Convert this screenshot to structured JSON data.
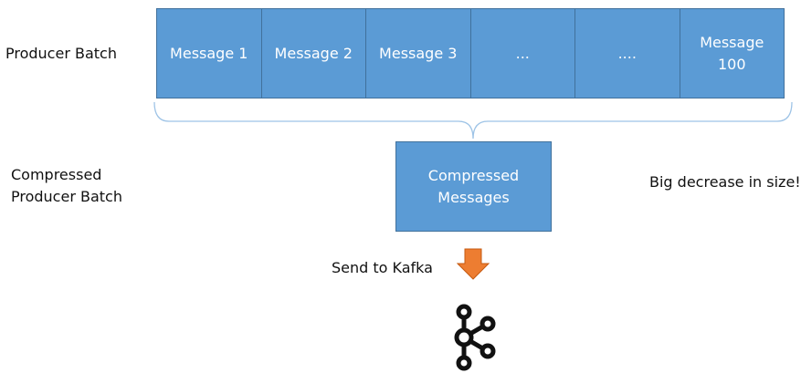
{
  "labels": {
    "producer_batch": "Producer Batch",
    "compressed_batch_line1": "Compressed",
    "compressed_batch_line2": "Producer Batch",
    "size_note": "Big decrease in size!",
    "send": "Send to Kafka"
  },
  "batch": {
    "messages": [
      {
        "line1": "Message 1",
        "line2": ""
      },
      {
        "line1": "Message 2",
        "line2": ""
      },
      {
        "line1": "Message 3",
        "line2": ""
      },
      {
        "line1": "...",
        "line2": ""
      },
      {
        "line1": "....",
        "line2": ""
      },
      {
        "line1": "Message",
        "line2": "100"
      }
    ]
  },
  "compressed": {
    "line1": "Compressed",
    "line2": "Messages"
  },
  "icons": {
    "arrow": "down-arrow-icon",
    "logo": "kafka-logo-icon"
  },
  "colors": {
    "box_fill": "#5b9bd5",
    "box_border": "#41719c",
    "arrow": "#ed7d31",
    "brace": "#9dc3e6"
  }
}
